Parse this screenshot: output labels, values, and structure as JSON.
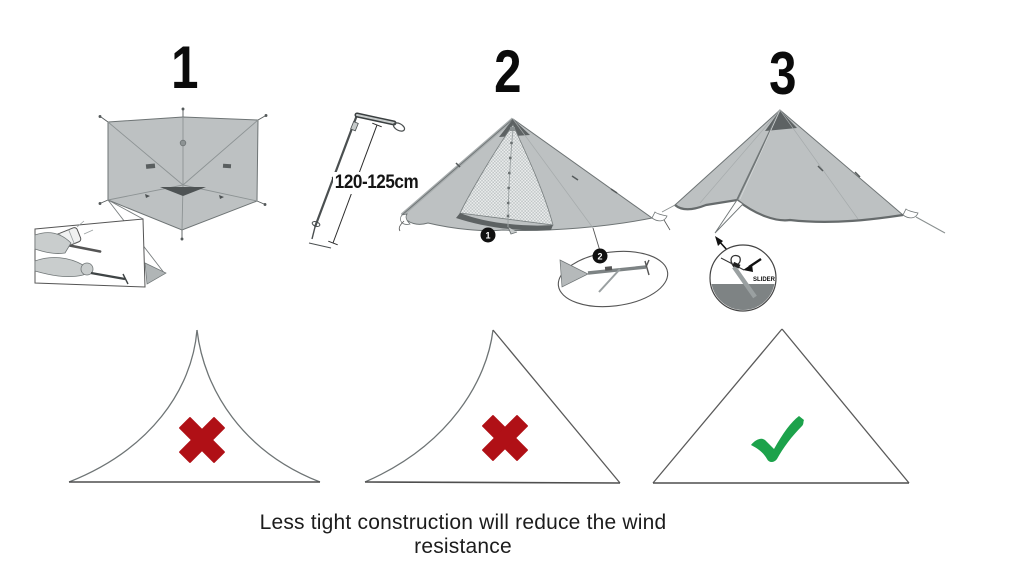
{
  "figure": {
    "caption": "Less tight construction will reduce the wind resistance"
  },
  "steps": [
    {
      "number": "1"
    },
    {
      "number": "2",
      "pole_length_label": "120-125cm",
      "badges": [
        "1",
        "2"
      ]
    },
    {
      "number": "3",
      "slider_label": "SLIDER"
    }
  ],
  "verdicts": [
    {
      "mark": "✖"
    },
    {
      "mark": "✖"
    },
    {
      "mark": "✔"
    }
  ],
  "colors": {
    "cross": "#B01016",
    "check": "#1CA24B",
    "tent_fill": "#BDC1C2",
    "tent_dark": "#5D6263",
    "line": "#6E7475",
    "ink": "#111111"
  }
}
